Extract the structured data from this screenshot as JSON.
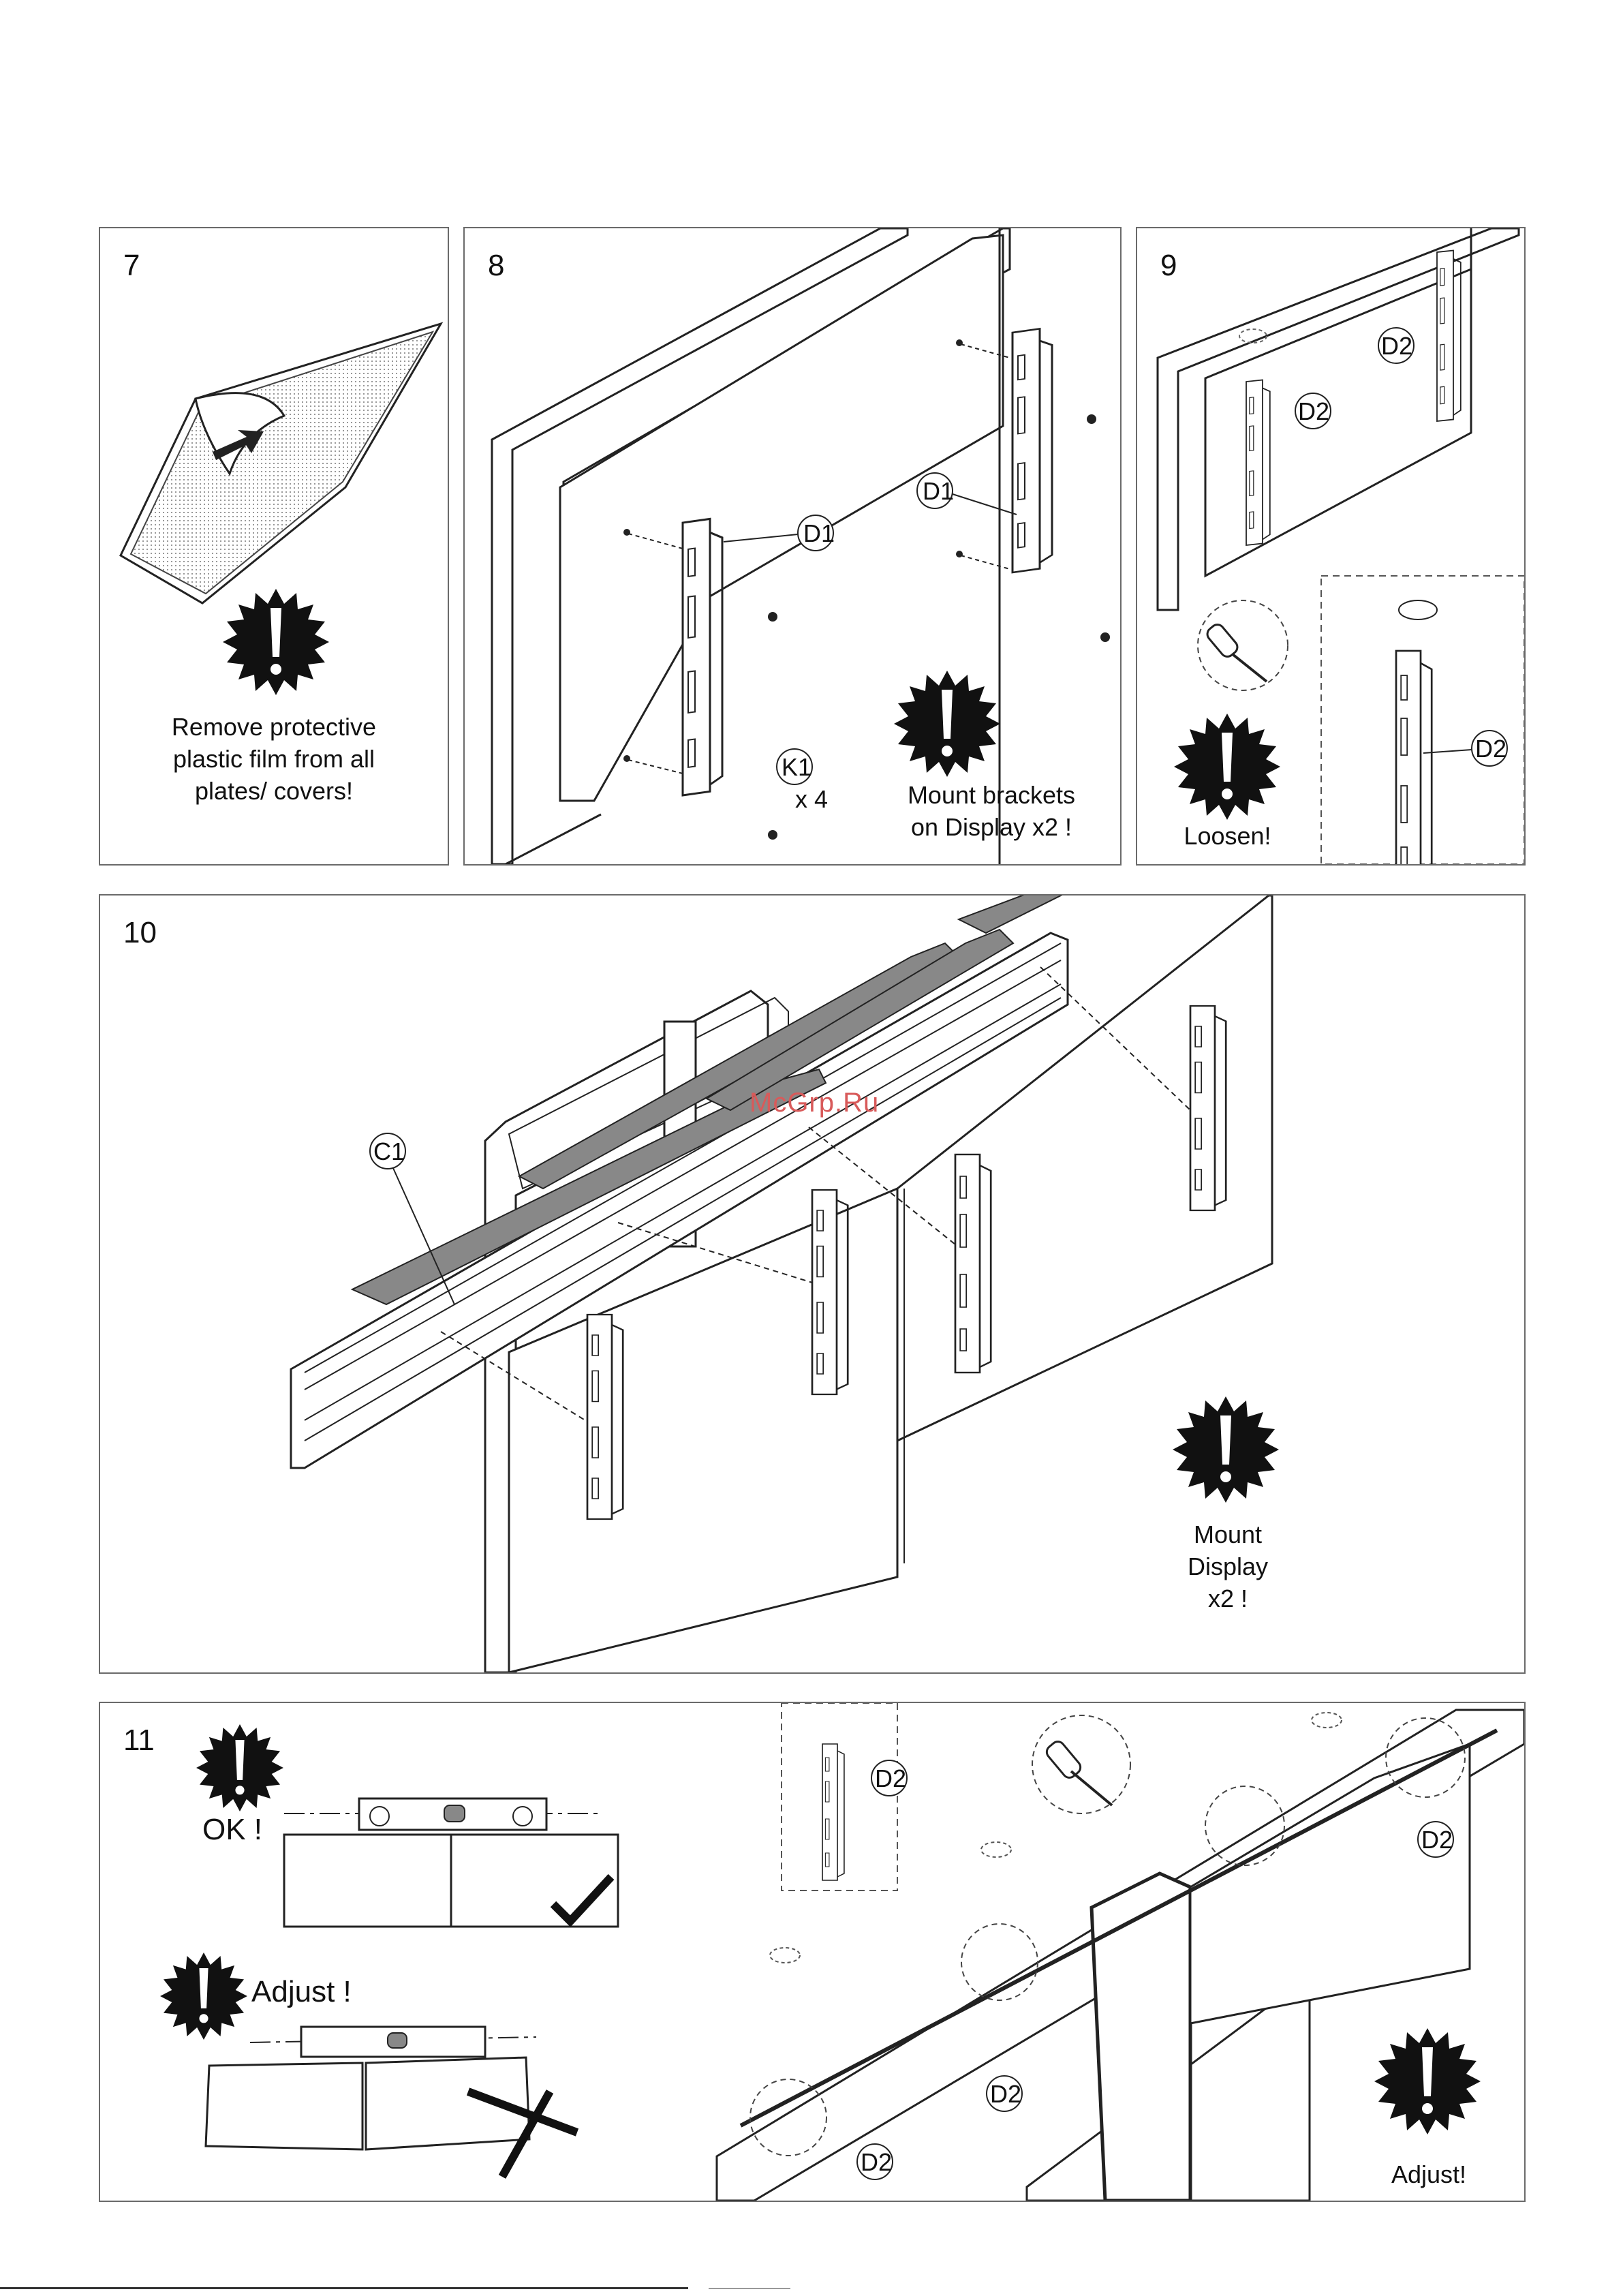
{
  "steps": [
    {
      "number": "7",
      "caption_lines": [
        "Remove protective",
        "plastic film from all",
        "plates/ covers!"
      ]
    },
    {
      "number": "8",
      "callouts": [
        "D1",
        "D1",
        "K1"
      ],
      "quantity": "x 4",
      "caption_lines": [
        "Mount brackets",
        "on Display x2 !"
      ]
    },
    {
      "number": "9",
      "callouts": [
        "D2",
        "D2",
        "D2"
      ],
      "caption_lines": [
        "Loosen!"
      ]
    },
    {
      "number": "10",
      "callouts": [
        "C1"
      ],
      "caption_lines": [
        "Mount",
        "Display",
        "x2 !"
      ]
    },
    {
      "number": "11",
      "ok_label": "OK !",
      "adjust_label": "Adjust !",
      "callouts": [
        "D2",
        "D2",
        "D2",
        "D2"
      ],
      "caption_lines": [
        "Adjust!"
      ]
    }
  ],
  "watermark": "McGrp.Ru",
  "icons": {
    "warning": "warning-burst-icon",
    "screwdriver": "screwdriver-icon",
    "rotate": "rotate-arrows-icon",
    "check": "checkmark-icon",
    "cross": "cross-icon"
  }
}
